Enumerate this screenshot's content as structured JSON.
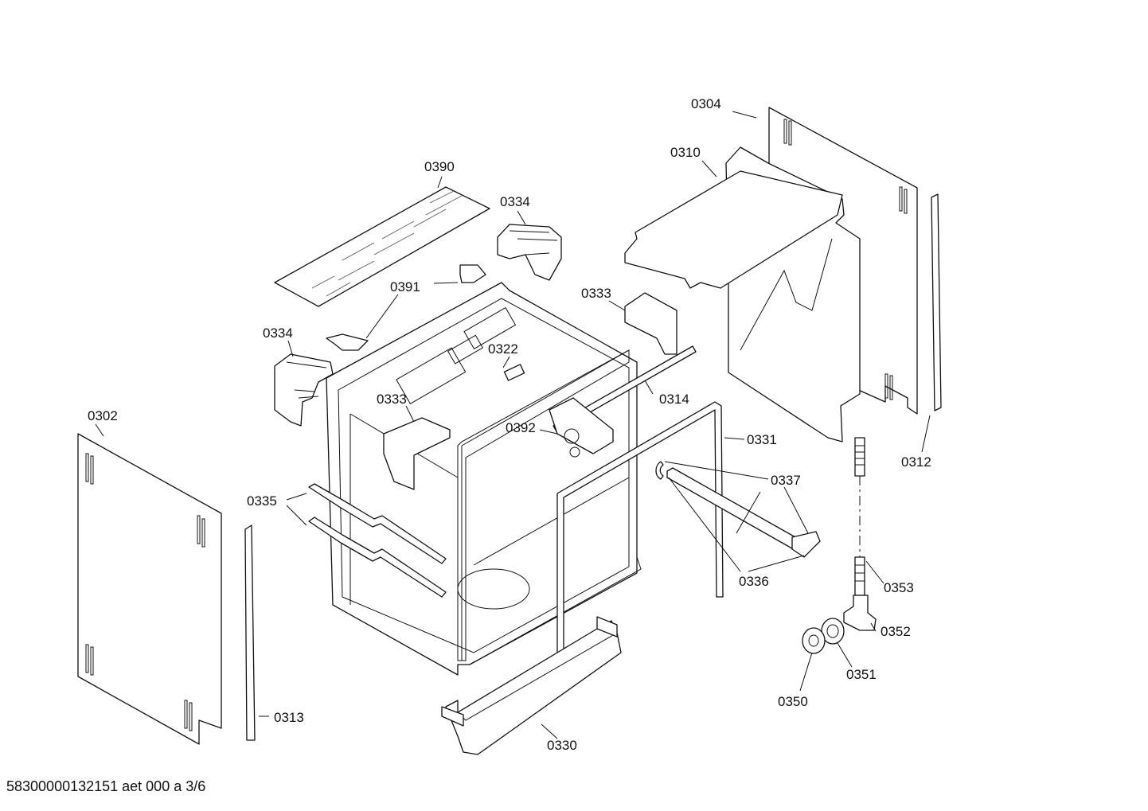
{
  "diagram": {
    "labels": {
      "p0304": "0304",
      "p0310": "0310",
      "p0390": "0390",
      "p0334a": "0334",
      "p0391": "0391",
      "p0334b": "0334",
      "p0333a": "0333",
      "p0322": "0322",
      "p0314": "0314",
      "p0333b": "0333",
      "p0392": "0392",
      "p0331": "0331",
      "p0302": "0302",
      "p0335": "0335",
      "p0337": "0337",
      "p0312": "0312",
      "p0336": "0336",
      "p0353": "0353",
      "p0352": "0352",
      "p0351": "0351",
      "p0350": "0350",
      "p0313": "0313",
      "p0330": "0330"
    },
    "footer": "58300000132151 aet 000 a 3/6"
  }
}
